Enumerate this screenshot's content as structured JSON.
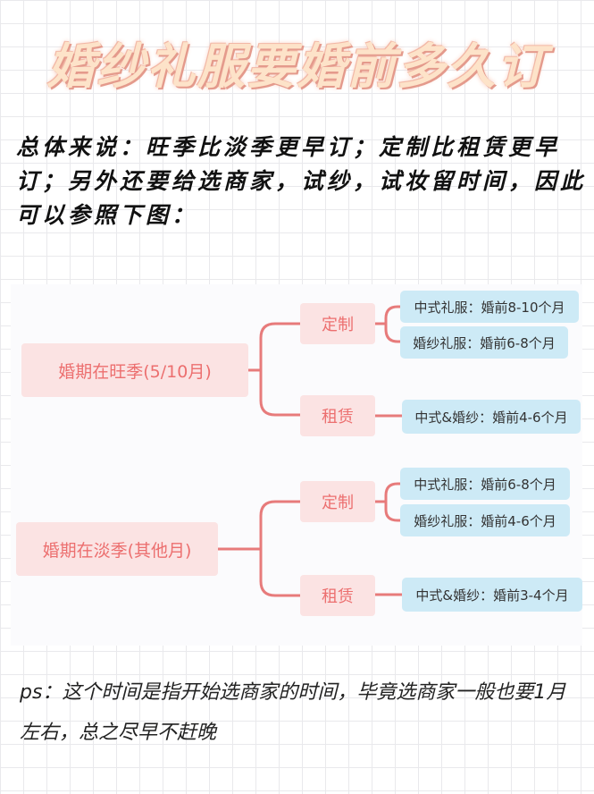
{
  "title": "婚纱礼服要婚前多久订",
  "intro": "总体来说：旺季比淡季更早订；定制比租赁更早订；另外还要给选商家，试纱，试妆留时间，因此可以参照下图：",
  "diagram": {
    "groups": [
      {
        "label": "婚期在旺季(5/10月)",
        "branches": [
          {
            "label": "定制",
            "leaves": [
              "中式礼服：婚前8-10个月",
              "婚纱礼服：婚前6-8个月"
            ]
          },
          {
            "label": "租赁",
            "leaves": [
              "中式&婚纱：婚前4-6个月"
            ]
          }
        ]
      },
      {
        "label": "婚期在淡季(其他月)",
        "branches": [
          {
            "label": "定制",
            "leaves": [
              "中式礼服：婚前6-8个月",
              "婚纱礼服：婚前4-6个月"
            ]
          },
          {
            "label": "租赁",
            "leaves": [
              "中式&婚纱：婚前3-4个月"
            ]
          }
        ]
      }
    ]
  },
  "footer": "ps：这个时间是指开始选商家的时间，毕竟选商家一般也要1月左右，总之尽早不赶晚",
  "colors": {
    "connector": "#e77b7b",
    "node_pink": "#fbe3e3",
    "node_pink_text": "#ec6f6f",
    "leaf_blue": "#cdeaf6"
  }
}
